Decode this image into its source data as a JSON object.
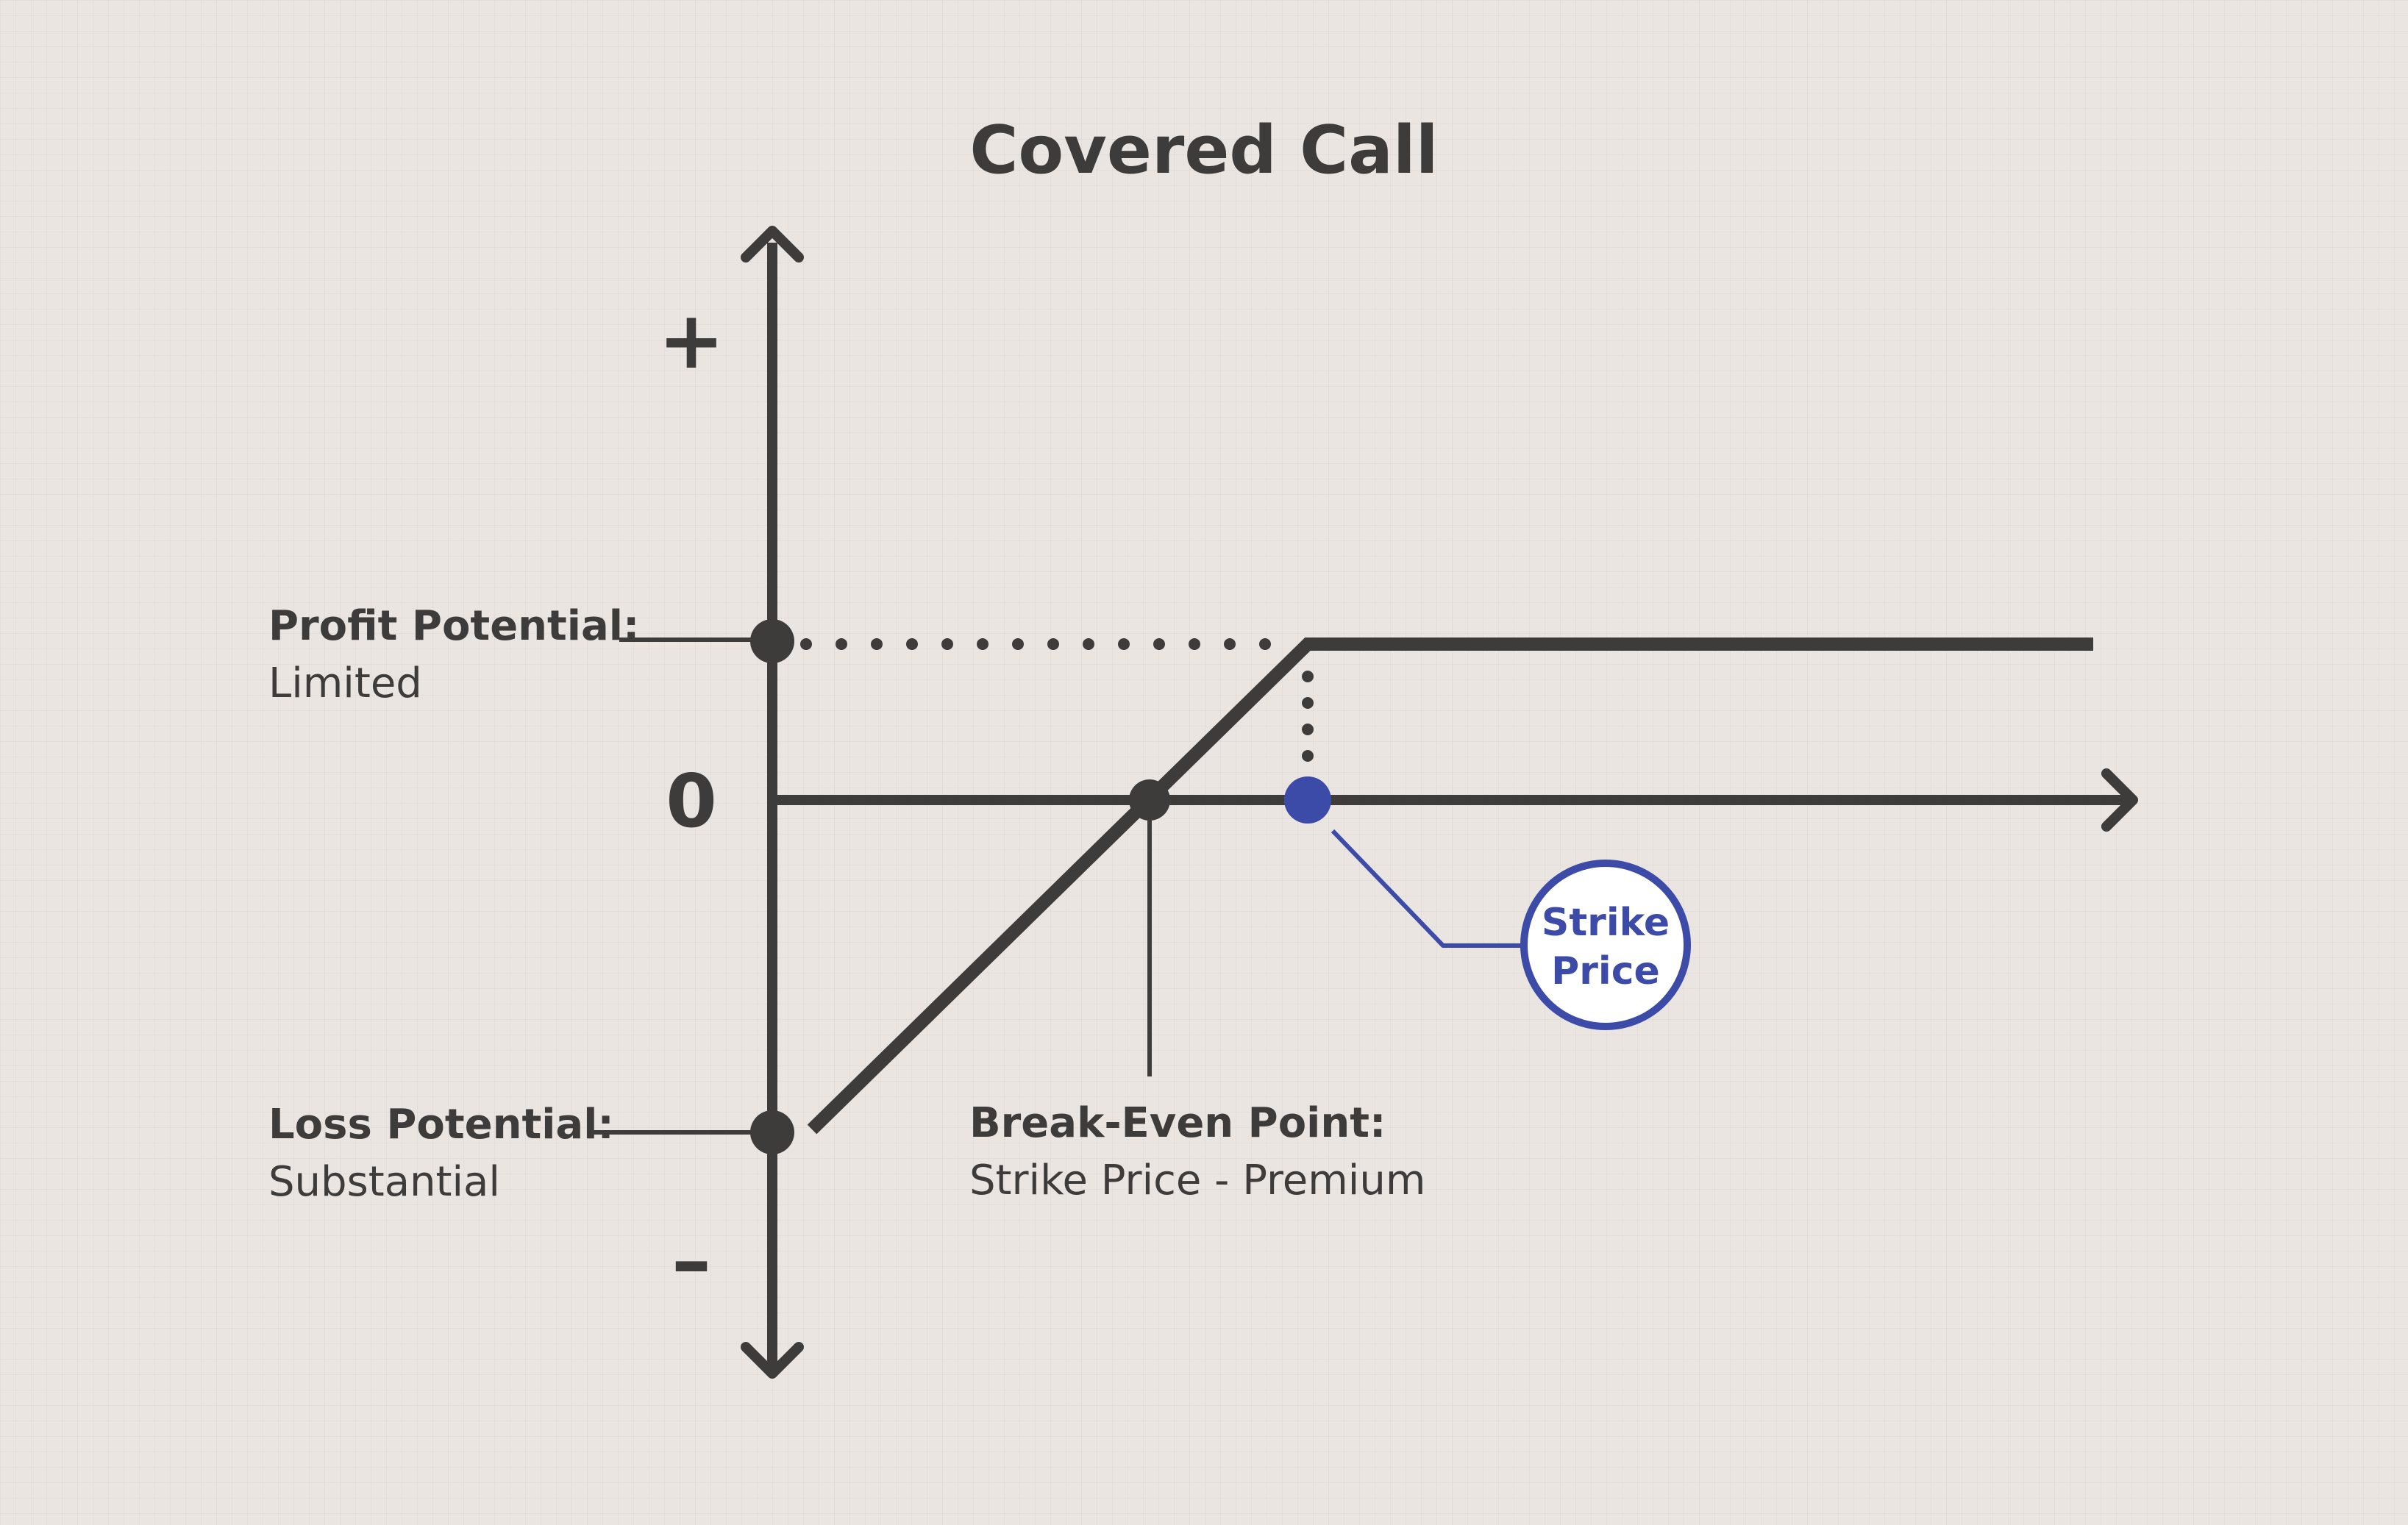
{
  "title": "Covered Call",
  "axis": {
    "plus": "+",
    "minus": "–",
    "zero": "0"
  },
  "profit": {
    "label": "Profit Potential:",
    "value": "Limited"
  },
  "loss": {
    "label": "Loss Potential:",
    "value": "Substantial"
  },
  "breakeven": {
    "label": "Break-Even Point:",
    "value": "Strike Price - Premium"
  },
  "strike": {
    "line1": "Strike",
    "line2": "Price"
  },
  "colors": {
    "background": "#ebe5e1",
    "ink": "#3e3c3b",
    "accent": "#3c4aa8"
  }
}
